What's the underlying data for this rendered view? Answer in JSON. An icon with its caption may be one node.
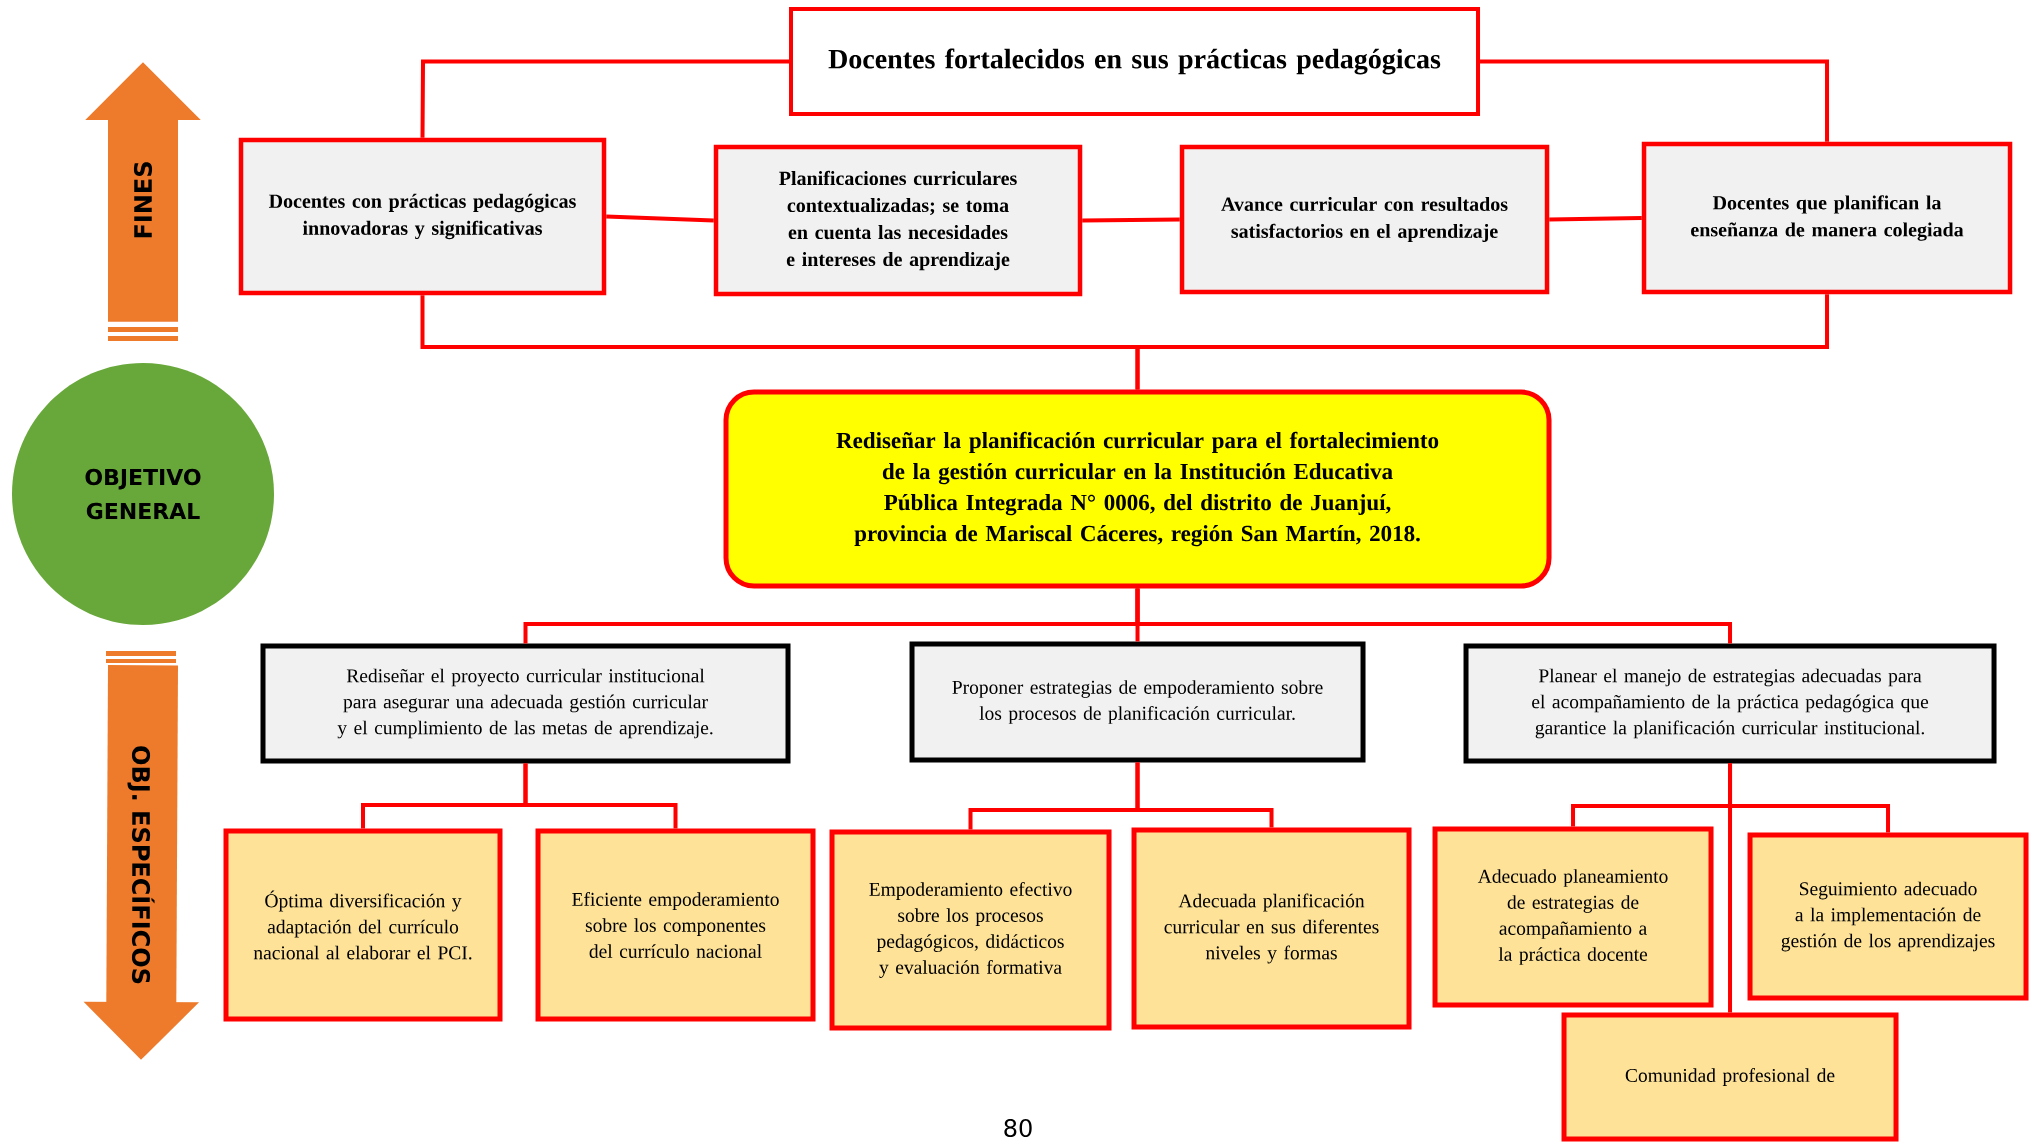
{
  "diagram": {
    "nodes": [
      {
        "text": [
          "Docentes fortalecidos en sus prácticas pedagógicas"
        ]
      },
      {
        "text": [
          "Docentes con prácticas pedagógicas innovadoras y significativas"
        ]
      },
      {
        "text": [
          "Planificaciones curriculares contextualizadas; se toma en cuenta las necesidades e intereses de aprendizaje"
        ]
      },
      {
        "text": [
          "Avance curricular con resultados satisfactorios en el aprendizaje"
        ]
      },
      {
        "text": [
          "Docentes que planifican la enseñanza de manera colegiada"
        ]
      },
      {
        "text": [
          "OBJETIVO GENERAL"
        ]
      },
      {
        "text": [
          "Rediseñar la planificación curricular para el fortalecimiento de la gestión curricular en la Institución Educativa Pública Integrada N° 0006, del distrito de Juanjuí, provincia de Mariscal Cáceres, región San Martín, 2018."
        ]
      },
      {
        "text": [
          "Rediseñar el proyecto curricular institucional para asegurar una adecuada gestión curricular y el cumplimiento de las metas de aprendizaje."
        ]
      },
      {
        "text": [
          "Proponer estrategias de empoderamiento sobre los procesos de planificación curricular."
        ]
      },
      {
        "text": [
          "Planear el manejo de estrategias adecuadas para el acompañamiento de la práctica pedagógica que garantice la planificación curricular institucional."
        ]
      },
      {
        "text": [
          "Óptima diversificación y adaptación del currículo nacional al elaborar el PCI."
        ]
      },
      {
        "text": [
          "Eficiente empoderamiento sobre los componentes del currículo nacional"
        ]
      },
      {
        "text": [
          "Empoderamiento efectivo sobre los procesos pedagógicos, didácticos y evaluación formativa"
        ]
      },
      {
        "text": [
          "Adecuada planificación curricular en sus diferentes niveles y formas"
        ]
      },
      {
        "text": [
          "Adecuado planeamiento de estrategias de acompañamiento a la práctica docente"
        ]
      },
      {
        "text": [
          "Seguimiento adecuado a la implementación de gestión de los aprendizajes"
        ]
      },
      {
        "text": [
          "Comunidad profesional de"
        ]
      }
    ],
    "edges": [
      {
        "from": 0,
        "to": 1,
        "arrow": "none"
      },
      {
        "from": 0,
        "to": 4,
        "arrow": "none"
      },
      {
        "from": 1,
        "to": 2,
        "arrow": "none"
      },
      {
        "from": 2,
        "to": 3,
        "arrow": "none"
      },
      {
        "from": 3,
        "to": 4,
        "arrow": "none"
      },
      {
        "from": 6,
        "to": 1,
        "arrow": "none"
      },
      {
        "from": 6,
        "to": 4,
        "arrow": "none"
      },
      {
        "from": 6,
        "to": 7,
        "arrow": "none"
      },
      {
        "from": 6,
        "to": 8,
        "arrow": "none"
      },
      {
        "from": 6,
        "to": 9,
        "arrow": "none"
      },
      {
        "from": 7,
        "to": 10,
        "arrow": "none"
      },
      {
        "from": 7,
        "to": 11,
        "arrow": "none"
      },
      {
        "from": 8,
        "to": 12,
        "arrow": "none"
      },
      {
        "from": 8,
        "to": 13,
        "arrow": "none"
      },
      {
        "from": 9,
        "to": 14,
        "arrow": "none"
      },
      {
        "from": 9,
        "to": 15,
        "arrow": "none"
      },
      {
        "from": 9,
        "to": 16,
        "arrow": "none"
      },
      {
        "from": 5,
        "to": null,
        "arrow": "to",
        "label": "FINES",
        "style": "thick",
        "color": "#ee7b2c"
      },
      {
        "from": 5,
        "to": null,
        "arrow": "to",
        "label": "OBJ. ESPECÍFICOS",
        "style": "thick",
        "color": "#ee7b2c"
      }
    ],
    "labels": [
      "80"
    ]
  }
}
